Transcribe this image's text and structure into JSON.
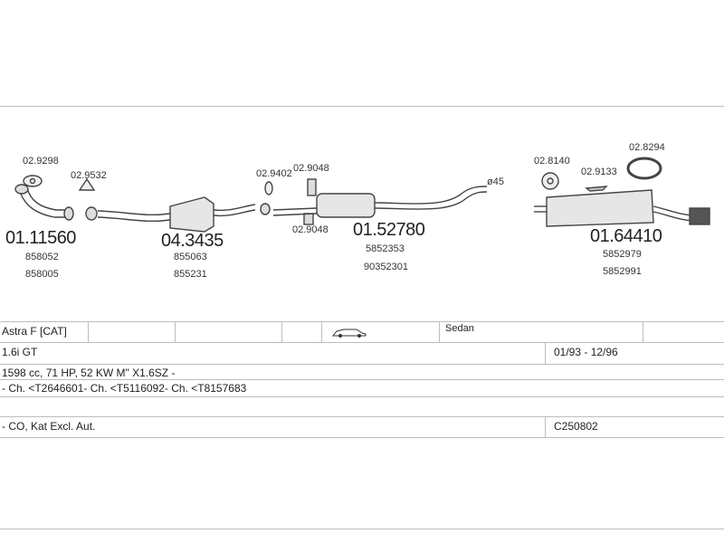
{
  "parts": {
    "p1": {
      "number": "01.11560",
      "oem1": "858052",
      "oem2": "858005"
    },
    "p2": {
      "number": "04.3435",
      "oem1": "855063",
      "oem2": "855231"
    },
    "p3": {
      "number": "01.52780",
      "oem1": "5852353",
      "oem2": "90352301"
    },
    "p4": {
      "number": "01.64410",
      "oem1": "5852979",
      "oem2": "5852991"
    }
  },
  "small_parts": {
    "s1": "02.9298",
    "s2": "02.9532",
    "s3": "02.9402",
    "s4": "02.9048",
    "s5": "02.9048",
    "s6": "02.8140",
    "s7": "02.9133",
    "s8": "02.8294"
  },
  "diameter": "ø45",
  "table": {
    "model": "Astra F  [CAT]",
    "body": "Sedan",
    "engine": "1.6i GT",
    "years": "01/93 - 12/96",
    "specs": "1598 cc, 71 HP, 52 KW M\" X1.6SZ -",
    "chassis": "- Ch. <T2646601- Ch. <T5116092- Ch. <T8157683",
    "notes": "- CO, Kat Excl. Aut.",
    "code": "C250802"
  }
}
